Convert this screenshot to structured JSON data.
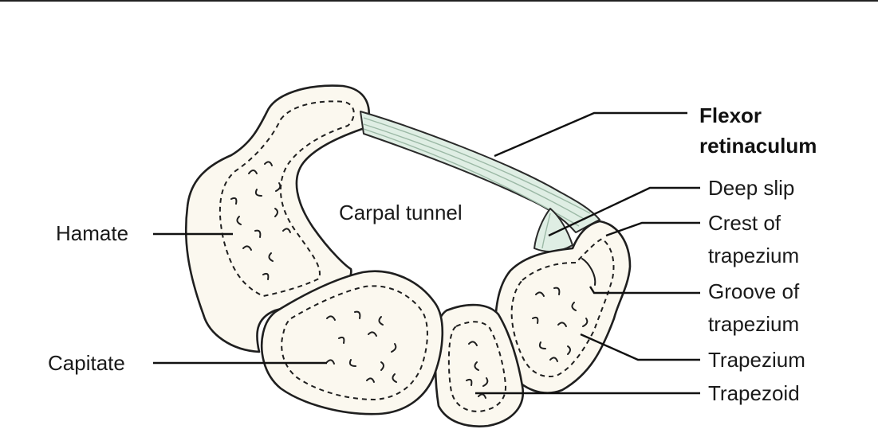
{
  "labels": {
    "flexor_retinaculum_line1": "Flexor",
    "flexor_retinaculum_line2": "retinaculum",
    "deep_slip": "Deep slip",
    "crest_line1": "Crest of",
    "crest_line2": "trapezium",
    "groove_line1": "Groove of",
    "groove_line2": "trapezium",
    "trapezium": "Trapezium",
    "trapezoid": "Trapezoid",
    "hamate": "Hamate",
    "capitate": "Capitate",
    "carpal_tunnel": "Carpal tunnel"
  },
  "colors": {
    "bone_fill": "#fbf8ef",
    "ligament_fill": "#dfeee4",
    "outline": "#1f1f1f"
  }
}
